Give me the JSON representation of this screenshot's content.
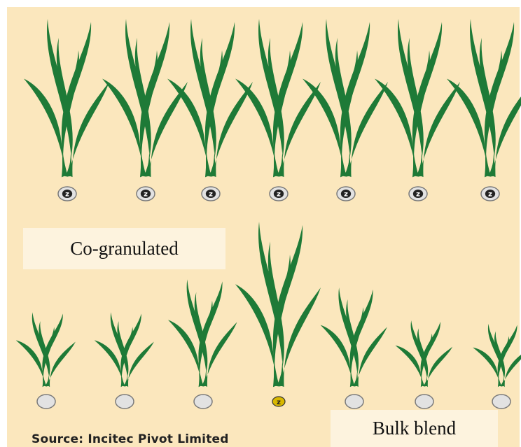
{
  "colors": {
    "background": "#FBE7BD",
    "label_box": "#FDF3DE",
    "plant": "#1E7A37",
    "granule_fill": "#E2E2E2",
    "granule_stroke": "#7A7A7A",
    "zinc_granule_fill": "#D9B800"
  },
  "granule_mark": "z",
  "rows": {
    "co_granulated": {
      "label": "Co-granulated",
      "plants": [
        {
          "name": "plant-co-1",
          "granule": "zinc"
        },
        {
          "name": "plant-co-2",
          "granule": "zinc"
        },
        {
          "name": "plant-co-3",
          "granule": "zinc"
        },
        {
          "name": "plant-co-4",
          "granule": "zinc"
        },
        {
          "name": "plant-co-5",
          "granule": "zinc"
        },
        {
          "name": "plant-co-6",
          "granule": "zinc"
        },
        {
          "name": "plant-co-7",
          "granule": "zinc"
        }
      ]
    },
    "bulk_blend": {
      "label": "Bulk blend",
      "plants": [
        {
          "name": "plant-bulk-1",
          "granule": "plain",
          "growth": 0.45
        },
        {
          "name": "plant-bulk-2",
          "granule": "plain",
          "growth": 0.45
        },
        {
          "name": "plant-bulk-3",
          "granule": "plain",
          "growth": 0.65
        },
        {
          "name": "plant-bulk-4",
          "granule": "zinc",
          "growth": 1.0
        },
        {
          "name": "plant-bulk-5",
          "granule": "plain",
          "growth": 0.6
        },
        {
          "name": "plant-bulk-6",
          "granule": "plain",
          "growth": 0.4
        },
        {
          "name": "plant-bulk-7",
          "granule": "plain",
          "growth": 0.38
        }
      ]
    }
  },
  "source": "Source: Incitec Pivot Limited"
}
